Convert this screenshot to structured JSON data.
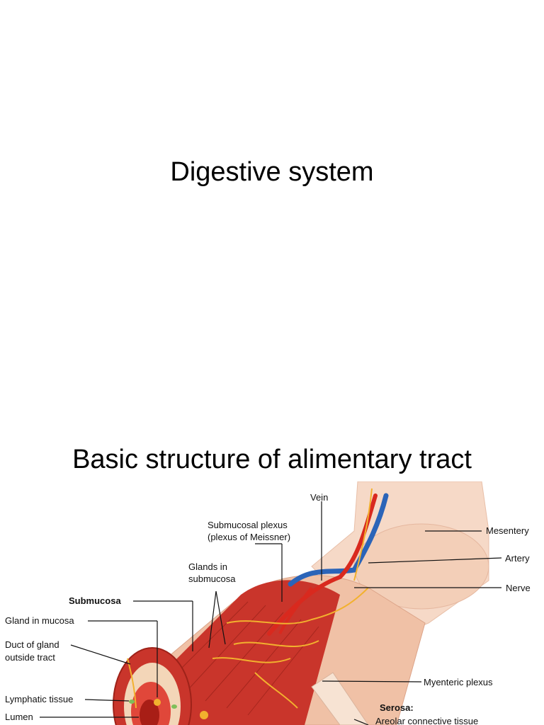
{
  "slides": [
    {
      "title": "Digestive system"
    },
    {
      "title": "Basic structure of alimentary tract"
    }
  ],
  "figure": {
    "labels": {
      "vein": "Vein",
      "submucosal_plexus_1": "Submucosal plexus",
      "submucosal_plexus_2": "(plexus of Meissner)",
      "mesentery": "Mesentery",
      "artery": "Artery",
      "glands_submucosa_1": "Glands in",
      "glands_submucosa_2": "submucosa",
      "nerve": "Nerve",
      "submucosa": "Submucosa",
      "gland_in_mucosa": "Gland in mucosa",
      "duct_1": "Duct of gland",
      "duct_2": "outside tract",
      "myenteric_plexus": "Myenteric plexus",
      "lymphatic_tissue": "Lymphatic tissue",
      "serosa": "Serosa:",
      "lumen": "Lumen",
      "areolar": "Areolar connective tissue"
    },
    "colors": {
      "muscle": "#c9352b",
      "muscle_dark": "#9e2219",
      "mesentery": "#f6d9c7",
      "artery": "#d9291e",
      "vein": "#2b64b8",
      "nerve": "#f2b12e"
    }
  }
}
